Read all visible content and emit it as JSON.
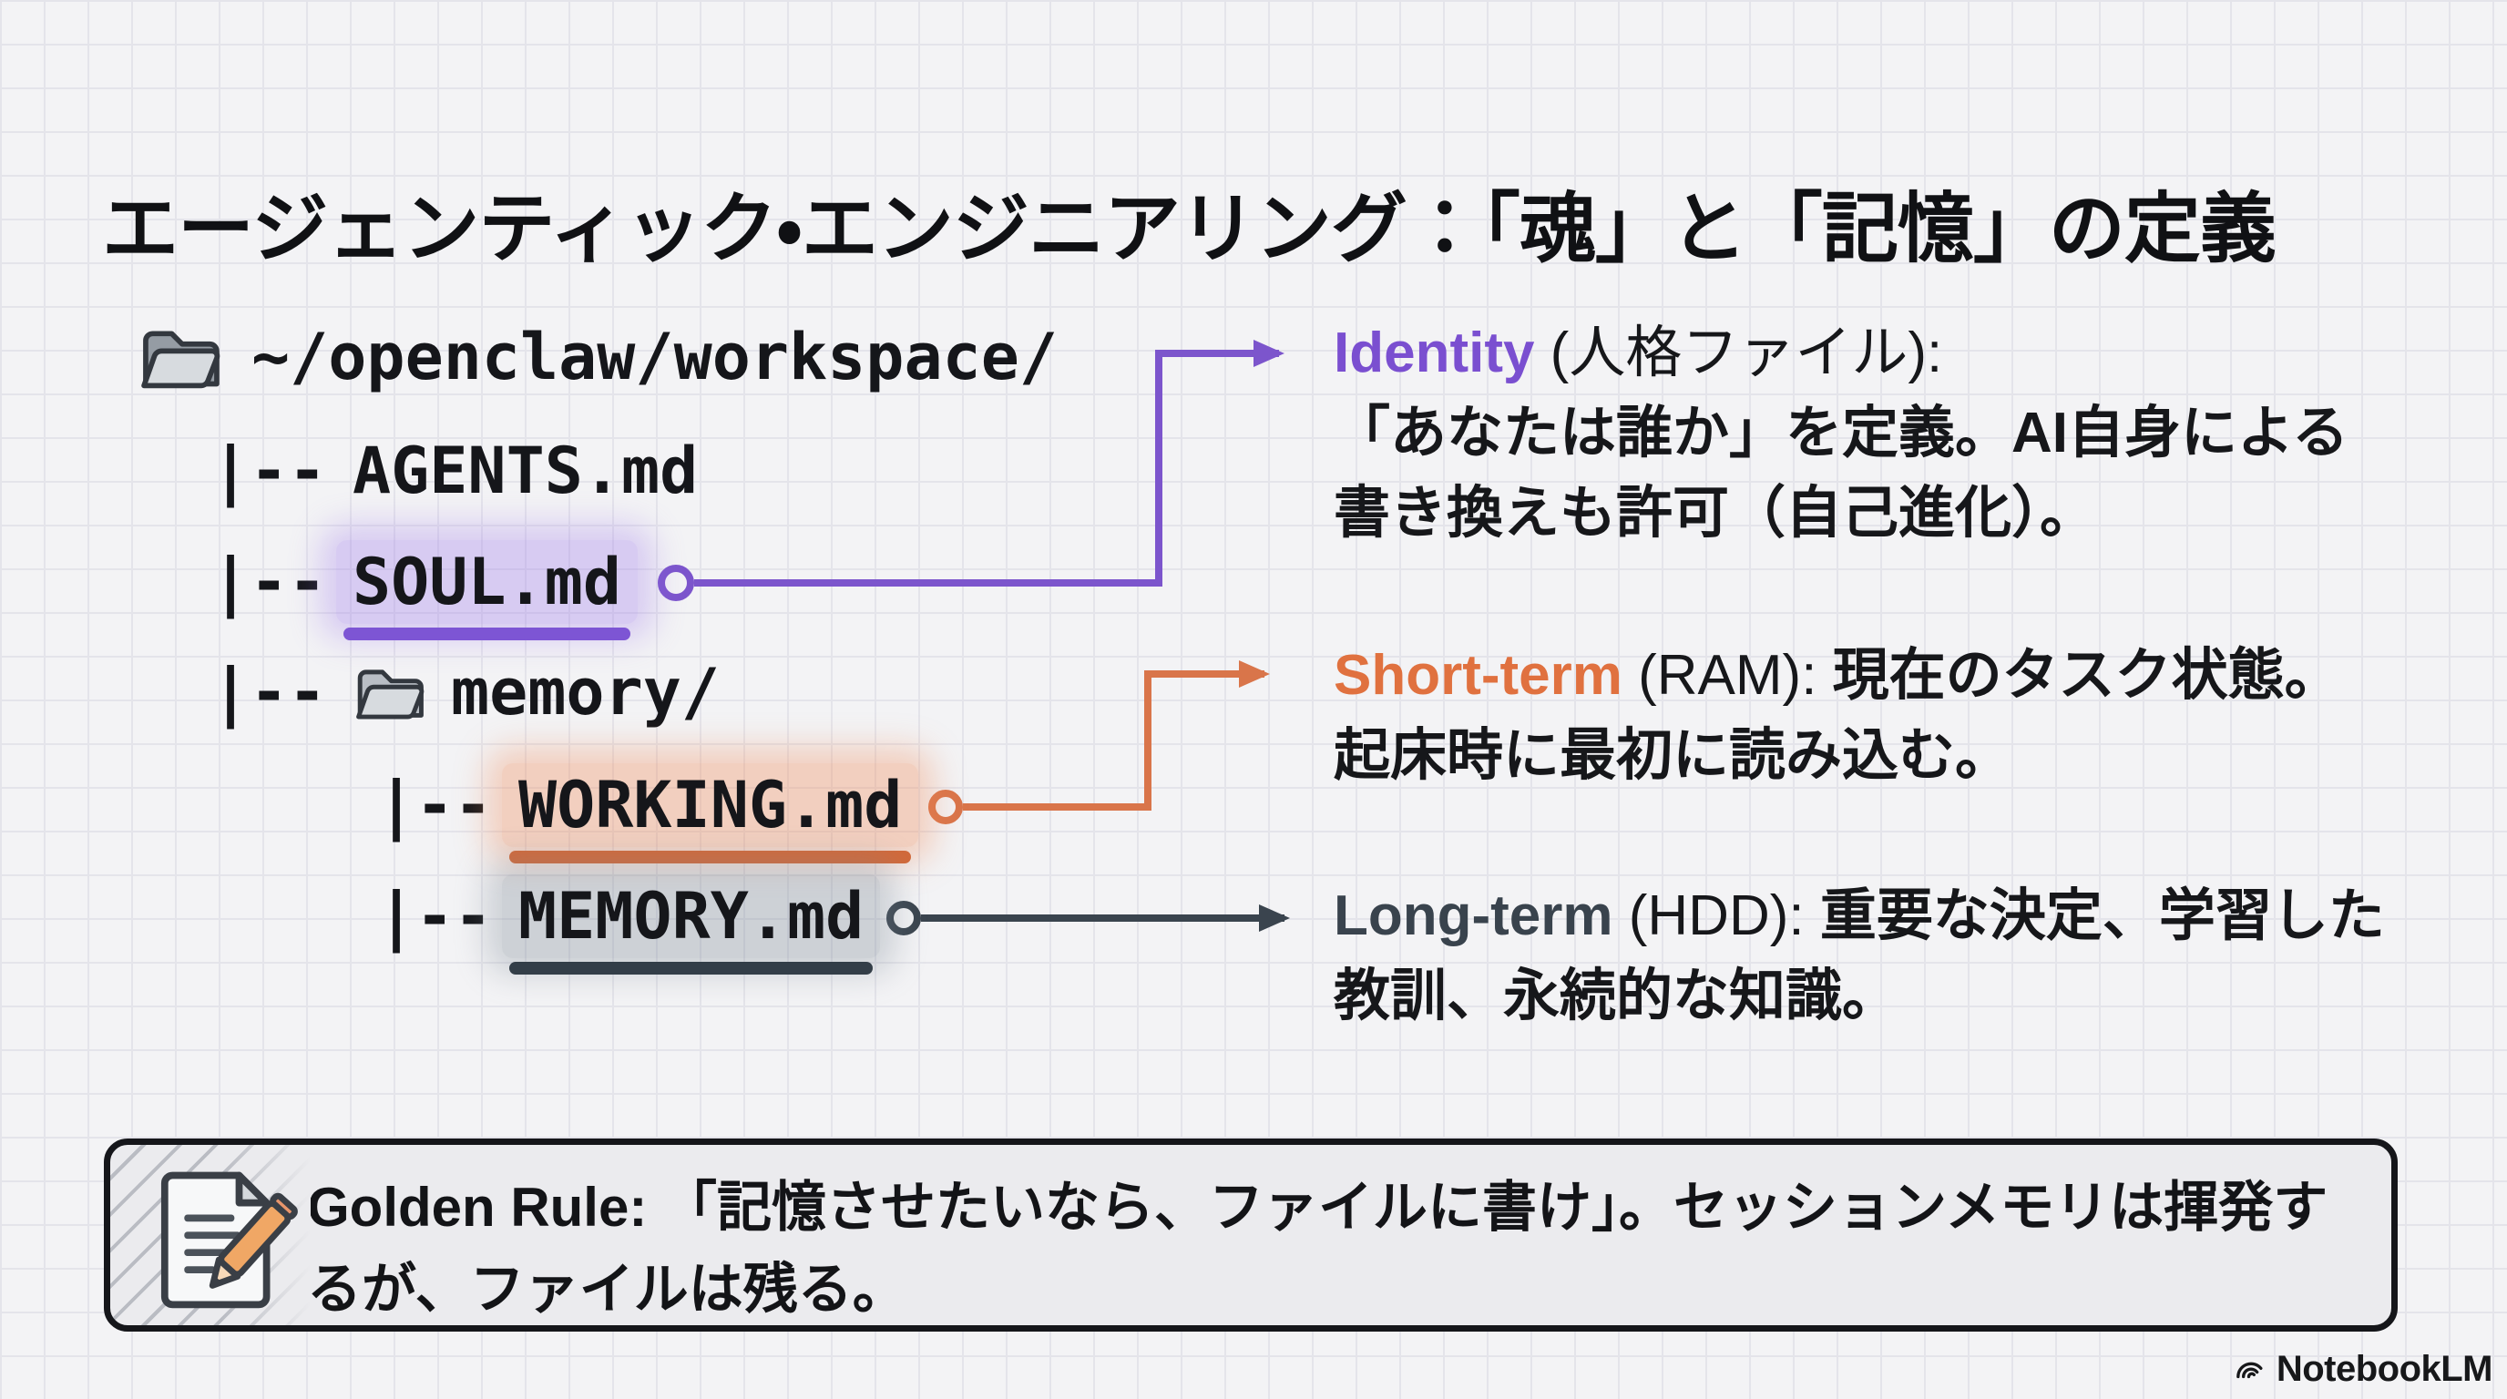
{
  "page": {
    "title": "エージェンティック・エンジニアリング：「魂」と「記憶」の定義",
    "watermark": "NotebookLM"
  },
  "colors": {
    "purple": "#7A4FD0",
    "orange": "#E0713F",
    "slate": "#39434D",
    "ink": "#17181A",
    "background": "#F3F3F5"
  },
  "tree": {
    "pipe": "|--",
    "root_label": "~/openclaw/workspace/",
    "agents_label": "AGENTS.md",
    "soul_label": "SOUL.md",
    "memory_label": "memory/",
    "working_label": "WORKING.md",
    "memory_md_label": "MEMORY.md"
  },
  "annotations": {
    "identity": {
      "keyword": "Identity",
      "paren": " (人格ファイル):",
      "rest": "",
      "line2": "「あなたは誰か」を定義。AI自身による",
      "line3": "書き換えも許可（自己進化）。"
    },
    "short_term": {
      "keyword": "Short-term",
      "paren": " (RAM): ",
      "rest": "現在のタスク状態。",
      "line2": "起床時に最初に読み込む。"
    },
    "long_term": {
      "keyword": "Long-term",
      "paren": " (HDD): ",
      "rest": "重要な決定、学習した",
      "line2": "教訓、永続的な知識。"
    }
  },
  "golden_rule": {
    "label": "Golden Rule: ",
    "text": "「記憶させたいなら、ファイルに書け」。セッションメモリは揮発するが、ファイルは残る。"
  }
}
